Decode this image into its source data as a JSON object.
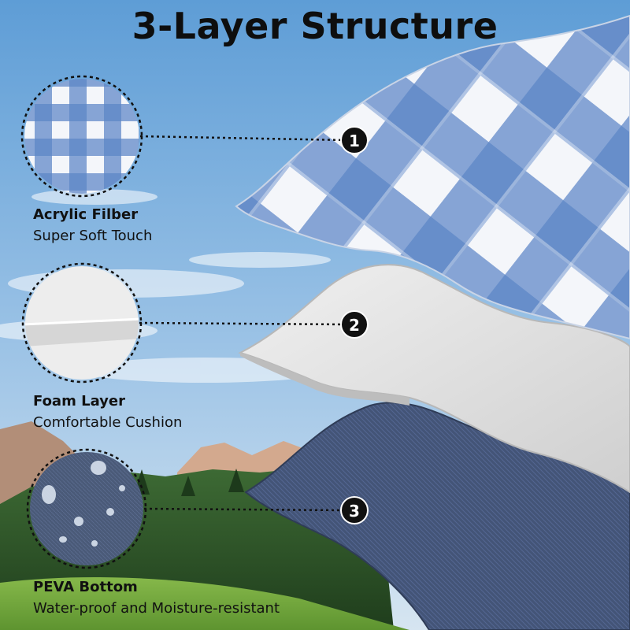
{
  "title": "3-Layer Structure",
  "layers": [
    {
      "number": "1",
      "name": "Acrylic Filber",
      "description": "Super Soft Touch"
    },
    {
      "number": "2",
      "name": "Foam Layer",
      "description": "Comfortable Cushion"
    },
    {
      "number": "3",
      "name": "PEVA Bottom",
      "description": "Water-proof and Moisture-resistant"
    }
  ],
  "colors": {
    "sky_top": "#5f9fd8",
    "sky_bottom": "#c7dcef",
    "forest": "#2f5a2c",
    "meadow": "#6fa53d",
    "plaid_blue": "#5b86c6",
    "plaid_white": "#f4f6fa",
    "foam": "#dedede",
    "peva": "#435477",
    "badge": "#111111"
  }
}
